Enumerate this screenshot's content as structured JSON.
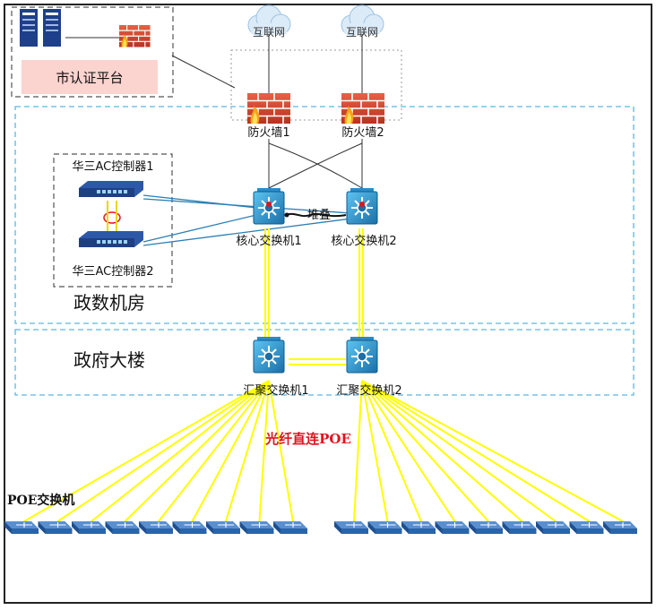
{
  "auth": {
    "label": "市认证平台"
  },
  "internet": [
    {
      "label": "互联网"
    },
    {
      "label": "互联网"
    }
  ],
  "firewalls": [
    {
      "label": "防火墙1"
    },
    {
      "label": "防火墙2"
    }
  ],
  "ac": [
    {
      "label": "华三AC控制器1"
    },
    {
      "label": "华三AC控制器2"
    }
  ],
  "core": [
    {
      "label": "核心交换机1"
    },
    {
      "label": "核心交换机2"
    }
  ],
  "stack": {
    "label": "堆叠"
  },
  "zones": {
    "datacenter": "政数机房",
    "building": "政府大楼"
  },
  "agg": [
    {
      "label": "汇聚交换机1"
    },
    {
      "label": "汇聚交换机2"
    }
  ],
  "fiber": {
    "label": "光纤直连POE"
  },
  "poe": {
    "label": "POE交换机",
    "left_count": 9,
    "right_count": 9
  },
  "colors": {
    "fiber": "#ffff00",
    "zone": "#5bb8e0",
    "accent_red": "#e0141e",
    "ac_link": "#2a7fb5"
  }
}
